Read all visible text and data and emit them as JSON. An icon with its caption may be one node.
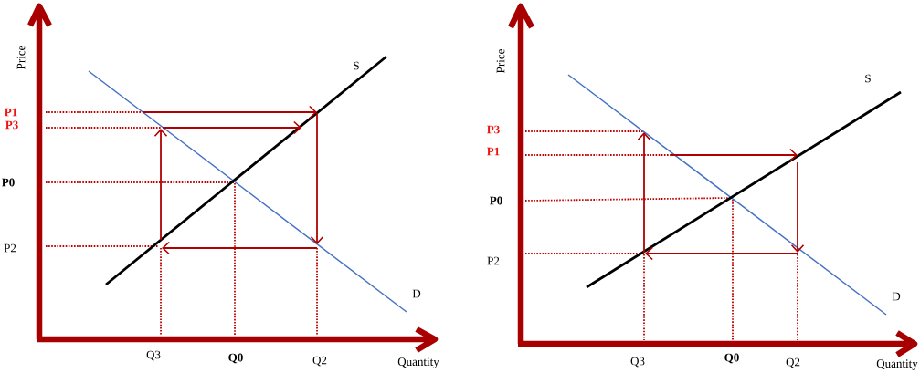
{
  "diagram": {
    "labels": [
      "Price",
      "S",
      "P1",
      "P3",
      "P0",
      "P2",
      "D",
      "Q3",
      "Q0",
      "Q2",
      "Quantity",
      "Price",
      "S",
      "P3",
      "P1",
      "P0",
      "P2",
      "D",
      "Q3",
      "Q0",
      "Q2",
      "Quantity"
    ]
  }
}
